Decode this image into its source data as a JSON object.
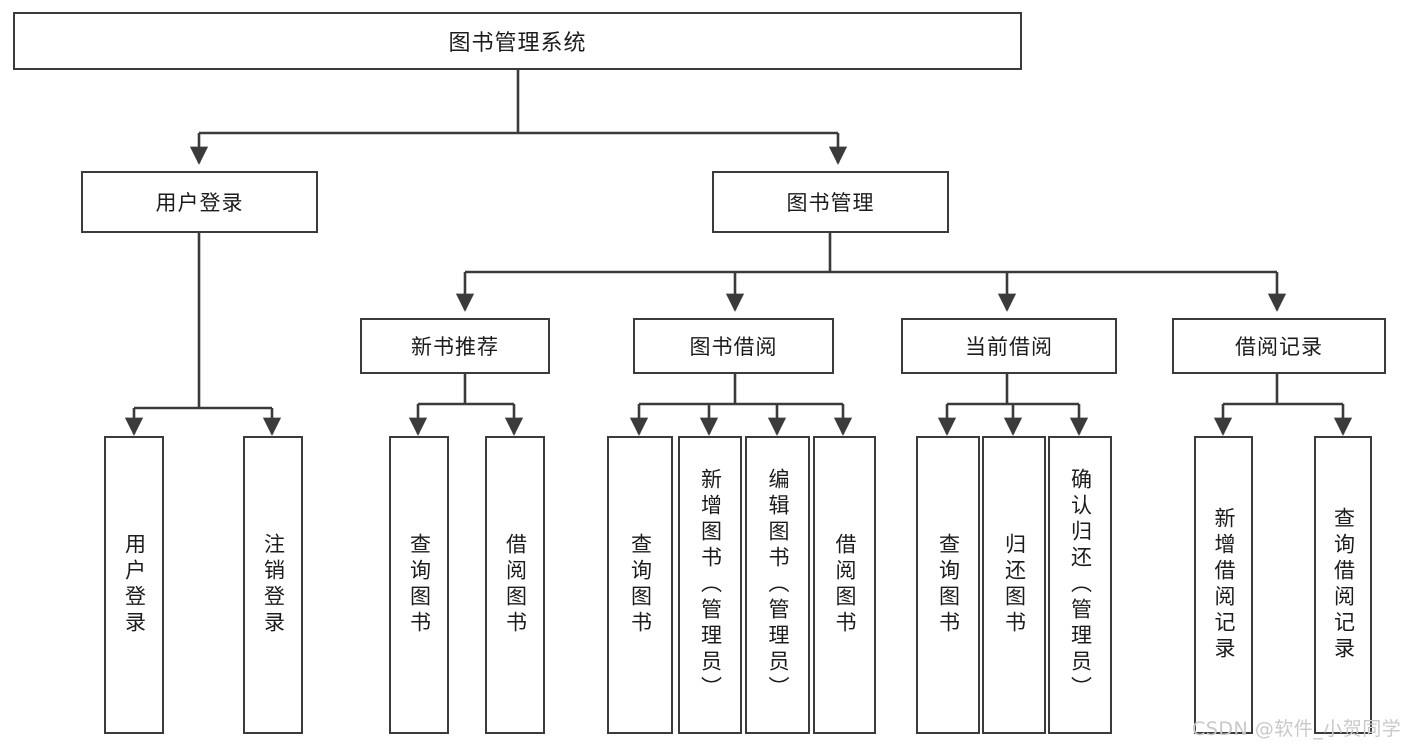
{
  "diagram": {
    "title": "图书管理系统",
    "type": "tree-hierarchy-chart",
    "line_color": "#3b3b3b",
    "box_fill": "#ffffff",
    "text_color": "#1c1c1c",
    "watermark": "CSDN @软件_小贺同学",
    "watermark_color": "#c9c9c9"
  },
  "nodes": {
    "root": {
      "label": "图书管理系统"
    },
    "level1": [
      {
        "id": "user-login",
        "label": "用户登录"
      },
      {
        "id": "book-manage",
        "label": "图书管理"
      }
    ],
    "level2": [
      {
        "id": "new-book-recommend",
        "label": "新书推荐"
      },
      {
        "id": "book-borrow",
        "label": "图书借阅"
      },
      {
        "id": "current-borrow",
        "label": "当前借阅"
      },
      {
        "id": "borrow-record",
        "label": "借阅记录"
      }
    ],
    "leaves": {
      "user_login": [
        {
          "id": "leaf-user-login",
          "label": "用户登录"
        },
        {
          "id": "leaf-logout-login",
          "label": "注销登录"
        }
      ],
      "new_book_recommend": [
        {
          "id": "leaf-query-book-1",
          "label": "查询图书"
        },
        {
          "id": "leaf-borrow-book-1",
          "label": "借阅图书"
        }
      ],
      "book_borrow": [
        {
          "id": "leaf-query-book-2",
          "label": "查询图书"
        },
        {
          "id": "leaf-add-book",
          "label": "新增图书（管理员）"
        },
        {
          "id": "leaf-edit-book",
          "label": "编辑图书（管理员）"
        },
        {
          "id": "leaf-borrow-book-2",
          "label": "借阅图书"
        }
      ],
      "current_borrow": [
        {
          "id": "leaf-query-book-3",
          "label": "查询图书"
        },
        {
          "id": "leaf-return-book",
          "label": "归还图书"
        },
        {
          "id": "leaf-confirm-return",
          "label": "确认归还（管理员）"
        }
      ],
      "borrow_record": [
        {
          "id": "leaf-add-record",
          "label": "新增借阅记录"
        },
        {
          "id": "leaf-query-record",
          "label": "查询借阅记录"
        }
      ]
    }
  }
}
